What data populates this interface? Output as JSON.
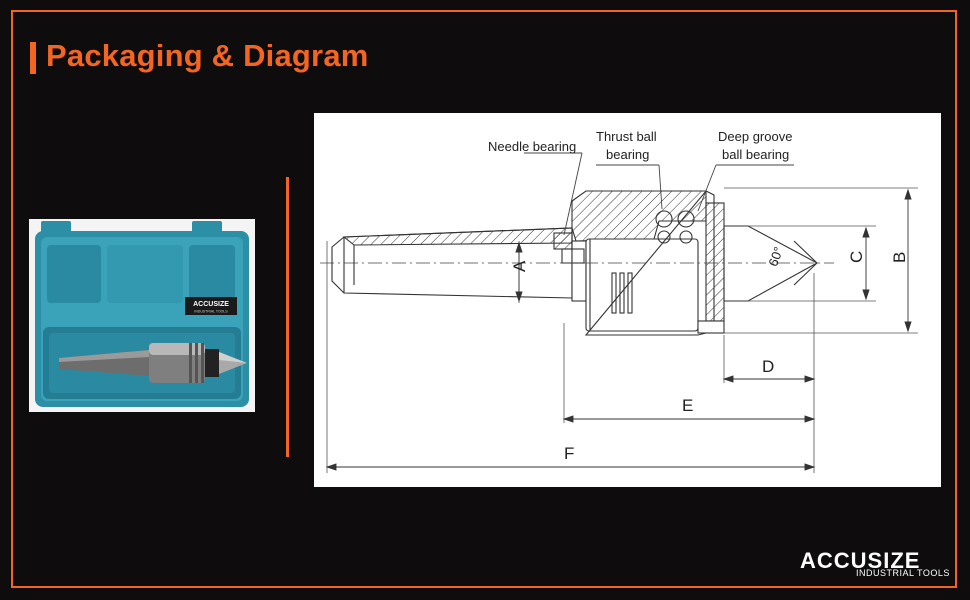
{
  "header": {
    "title": "Packaging & Diagram"
  },
  "photo": {
    "case_label_brand": "ACCUSIZE",
    "case_label_sub": "INDUSTRIAL TOOLS"
  },
  "diagram": {
    "callouts": {
      "needle": "Needle bearing",
      "thrust_1": "Thrust ball",
      "thrust_2": "bearing",
      "deep_1": "Deep groove",
      "deep_2": "ball bearing"
    },
    "dims": {
      "a": "A",
      "b": "B",
      "c": "C",
      "d": "D",
      "e": "E",
      "f": "F",
      "angle": "60°"
    }
  },
  "logo": {
    "main": "ACCUSIZE",
    "sub": "INDUSTRIAL   TOOLS"
  },
  "colors": {
    "accent": "#f26522",
    "background": "#0e0c0c",
    "case": "#2c8fa6"
  }
}
